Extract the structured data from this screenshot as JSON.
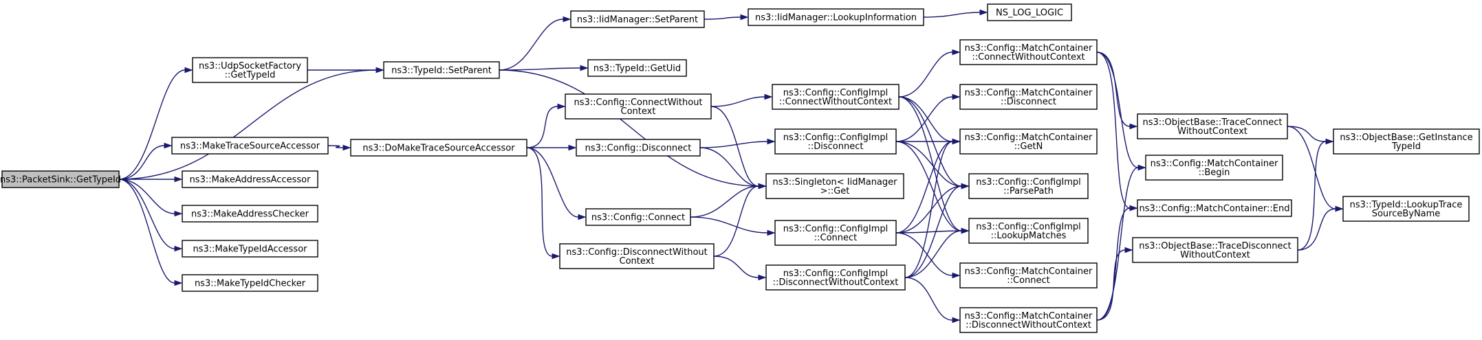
{
  "graph": {
    "colors": {
      "edge": "#191970",
      "node_fill": "#ffffff",
      "root_fill": "#bfbfbf",
      "node_border": "#000000"
    },
    "nodes": [
      {
        "id": "root",
        "lines": [
          "ns3::PacketSink::GetTypeId"
        ],
        "root": true
      },
      {
        "id": "udp",
        "lines": [
          "ns3::UdpSocketFactory",
          "::GetTypeId"
        ]
      },
      {
        "id": "mtsa",
        "lines": [
          "ns3::MakeTraceSourceAccessor"
        ]
      },
      {
        "id": "maa",
        "lines": [
          "ns3::MakeAddressAccessor"
        ]
      },
      {
        "id": "mac",
        "lines": [
          "ns3::MakeAddressChecker"
        ]
      },
      {
        "id": "mtia",
        "lines": [
          "ns3::MakeTypeIdAccessor"
        ]
      },
      {
        "id": "mtic",
        "lines": [
          "ns3::MakeTypeIdChecker"
        ]
      },
      {
        "id": "setparent",
        "lines": [
          "ns3::TypeId::SetParent"
        ]
      },
      {
        "id": "domtsa",
        "lines": [
          "ns3::DoMakeTraceSourceAccessor"
        ]
      },
      {
        "id": "iidsetparent",
        "lines": [
          "ns3::IidManager::SetParent"
        ]
      },
      {
        "id": "getuid",
        "lines": [
          "ns3::TypeId::GetUid"
        ]
      },
      {
        "id": "iidlookup",
        "lines": [
          "ns3::IidManager::LookupInformation"
        ]
      },
      {
        "id": "nslog",
        "lines": [
          "NS_LOG_LOGIC"
        ]
      },
      {
        "id": "cfgcwc",
        "lines": [
          "ns3::Config::ConnectWithout",
          "Context"
        ]
      },
      {
        "id": "cfgdisc",
        "lines": [
          "ns3::Config::Disconnect"
        ]
      },
      {
        "id": "cfgconn",
        "lines": [
          "ns3::Config::Connect"
        ]
      },
      {
        "id": "cfgdwc",
        "lines": [
          "ns3::Config::DisconnectWithout",
          "Context"
        ]
      },
      {
        "id": "singleton",
        "lines": [
          "ns3::Singleton< IidManager",
          " >::Get"
        ]
      },
      {
        "id": "ciconnwc",
        "lines": [
          "ns3::Config::ConfigImpl",
          "::ConnectWithoutContext"
        ]
      },
      {
        "id": "cidisc",
        "lines": [
          "ns3::Config::ConfigImpl",
          "::Disconnect"
        ]
      },
      {
        "id": "ciconn",
        "lines": [
          "ns3::Config::ConfigImpl",
          "::Connect"
        ]
      },
      {
        "id": "cidwc",
        "lines": [
          "ns3::Config::ConfigImpl",
          "::DisconnectWithoutContext"
        ]
      },
      {
        "id": "mccwc",
        "lines": [
          "ns3::Config::MatchContainer",
          "::ConnectWithoutContext"
        ]
      },
      {
        "id": "mcdisc",
        "lines": [
          "ns3::Config::MatchContainer",
          "::Disconnect"
        ]
      },
      {
        "id": "mcgetn",
        "lines": [
          "ns3::Config::MatchContainer",
          "::GetN"
        ]
      },
      {
        "id": "ciparse",
        "lines": [
          "ns3::Config::ConfigImpl",
          "::ParsePath"
        ]
      },
      {
        "id": "cilookup",
        "lines": [
          "ns3::Config::ConfigImpl",
          "::LookupMatches"
        ]
      },
      {
        "id": "mcconn",
        "lines": [
          "ns3::Config::MatchContainer",
          "::Connect"
        ]
      },
      {
        "id": "mcdwc",
        "lines": [
          "ns3::Config::MatchContainer",
          "::DisconnectWithoutContext"
        ]
      },
      {
        "id": "obtcwc",
        "lines": [
          "ns3::ObjectBase::TraceConnect",
          "WithoutContext"
        ]
      },
      {
        "id": "mcbegin",
        "lines": [
          "ns3::Config::MatchContainer",
          "::Begin"
        ]
      },
      {
        "id": "mcend",
        "lines": [
          "ns3::Config::MatchContainer::End"
        ]
      },
      {
        "id": "obtdwc",
        "lines": [
          "ns3::ObjectBase::TraceDisconnect",
          "WithoutContext"
        ]
      },
      {
        "id": "obgit",
        "lines": [
          "ns3::ObjectBase::GetInstance",
          "TypeId"
        ]
      },
      {
        "id": "tidlookup",
        "lines": [
          "ns3::TypeId::LookupTrace",
          "SourceByName"
        ]
      }
    ],
    "edges": [
      [
        "root",
        "udp"
      ],
      [
        "root",
        "setparent"
      ],
      [
        "root",
        "mtsa"
      ],
      [
        "root",
        "maa"
      ],
      [
        "root",
        "mac"
      ],
      [
        "root",
        "mtia"
      ],
      [
        "root",
        "mtic"
      ],
      [
        "udp",
        "setparent"
      ],
      [
        "setparent",
        "iidsetparent"
      ],
      [
        "setparent",
        "getuid"
      ],
      [
        "setparent",
        "singleton"
      ],
      [
        "iidsetparent",
        "iidlookup"
      ],
      [
        "iidlookup",
        "nslog"
      ],
      [
        "mtsa",
        "domtsa"
      ],
      [
        "domtsa",
        "cfgcwc"
      ],
      [
        "domtsa",
        "cfgdisc"
      ],
      [
        "domtsa",
        "cfgconn"
      ],
      [
        "domtsa",
        "cfgdwc"
      ],
      [
        "cfgcwc",
        "ciconnwc"
      ],
      [
        "cfgcwc",
        "singleton"
      ],
      [
        "cfgdisc",
        "cidisc"
      ],
      [
        "cfgdisc",
        "singleton"
      ],
      [
        "cfgconn",
        "singleton"
      ],
      [
        "cfgconn",
        "ciconn"
      ],
      [
        "cfgdwc",
        "singleton"
      ],
      [
        "cfgdwc",
        "cidwc"
      ],
      [
        "ciconnwc",
        "mccwc"
      ],
      [
        "ciconnwc",
        "mcgetn"
      ],
      [
        "ciconnwc",
        "ciparse"
      ],
      [
        "ciconnwc",
        "cilookup"
      ],
      [
        "cidisc",
        "mcdisc"
      ],
      [
        "cidisc",
        "mcgetn"
      ],
      [
        "cidisc",
        "ciparse"
      ],
      [
        "cidisc",
        "cilookup"
      ],
      [
        "ciconn",
        "mcgetn"
      ],
      [
        "ciconn",
        "ciparse"
      ],
      [
        "ciconn",
        "cilookup"
      ],
      [
        "ciconn",
        "mcconn"
      ],
      [
        "cidwc",
        "mcgetn"
      ],
      [
        "cidwc",
        "ciparse"
      ],
      [
        "cidwc",
        "cilookup"
      ],
      [
        "cidwc",
        "mcdwc"
      ],
      [
        "mccwc",
        "obtcwc"
      ],
      [
        "mccwc",
        "mcbegin"
      ],
      [
        "mccwc",
        "mcend"
      ],
      [
        "mcdwc",
        "mcbegin"
      ],
      [
        "mcdwc",
        "mcend"
      ],
      [
        "mcdwc",
        "obtdwc"
      ],
      [
        "obtcwc",
        "obgit"
      ],
      [
        "obtcwc",
        "tidlookup"
      ],
      [
        "obtdwc",
        "obgit"
      ],
      [
        "obtdwc",
        "tidlookup"
      ]
    ]
  }
}
